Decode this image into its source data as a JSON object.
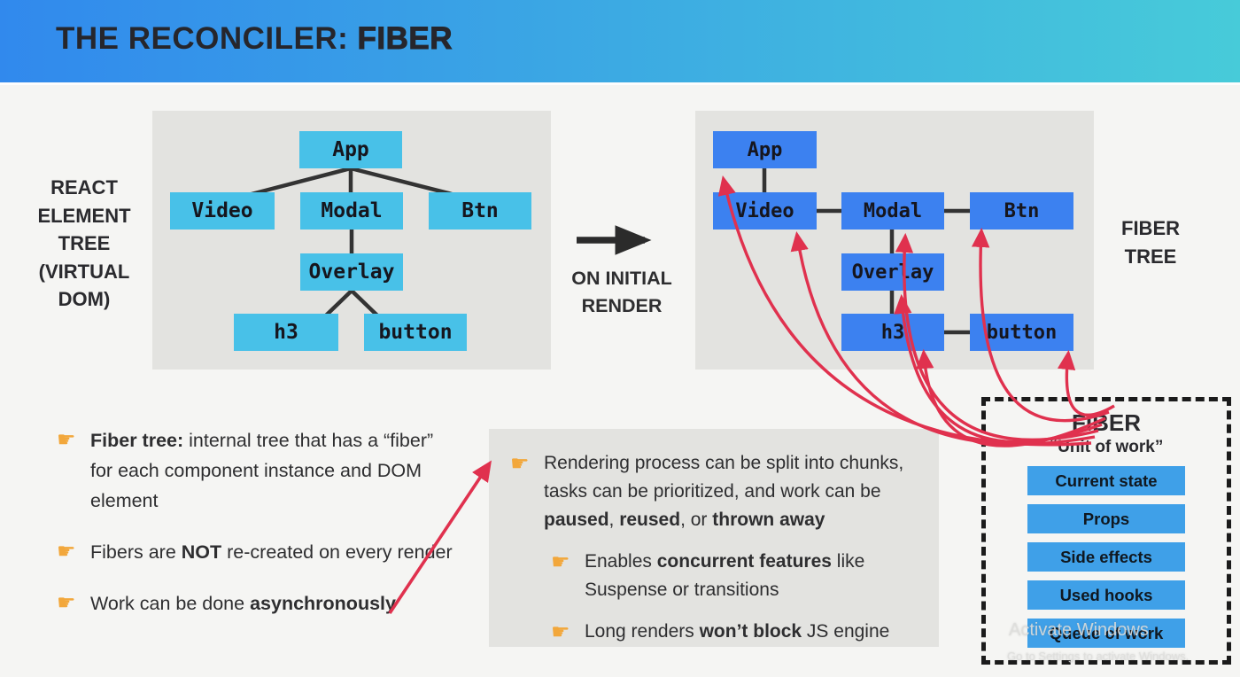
{
  "header": {
    "title_prefix": "THE RECONCILER: ",
    "title_emphasis": "FIBER"
  },
  "left_diagram": {
    "label": "REACT ELEMENT TREE (VIRTUAL DOM)",
    "nodes": [
      "App",
      "Video",
      "Modal",
      "Btn",
      "Overlay",
      "h3",
      "button"
    ]
  },
  "transition": {
    "label": "ON INITIAL RENDER"
  },
  "right_diagram": {
    "label": "FIBER TREE",
    "nodes": [
      "App",
      "Video",
      "Modal",
      "Btn",
      "Overlay",
      "h3",
      "button"
    ]
  },
  "fiber_card": {
    "title": "FIBER",
    "subtitle": "“Unit of work”",
    "fields": [
      "Current state",
      "Props",
      "Side effects",
      "Used hooks",
      "Queue of work"
    ]
  },
  "notes": {
    "bullet_icon": "☛",
    "left_items": [
      {
        "segments": [
          {
            "t": "Fiber tree:",
            "b": true
          },
          {
            "t": " internal tree that has a “fiber” for each component instance and DOM element"
          }
        ]
      },
      {
        "segments": [
          {
            "t": "Fibers are "
          },
          {
            "t": "NOT",
            "b": true
          },
          {
            "t": " re-created on every render"
          }
        ]
      },
      {
        "segments": [
          {
            "t": "Work can be done "
          },
          {
            "t": "asynchronously",
            "b": true
          }
        ]
      }
    ],
    "box_items": [
      {
        "segments": [
          {
            "t": "Rendering process can be split into chunks, tasks can be prioritized, and work can be "
          },
          {
            "t": "paused",
            "b": true
          },
          {
            "t": ", "
          },
          {
            "t": "reused",
            "b": true
          },
          {
            "t": ", or "
          },
          {
            "t": "thrown away",
            "b": true
          }
        ]
      },
      {
        "segments": [
          {
            "t": "Enables "
          },
          {
            "t": "concurrent features",
            "b": true
          },
          {
            "t": " like Suspense or transitions"
          }
        ]
      },
      {
        "segments": [
          {
            "t": "Long renders "
          },
          {
            "t": "won’t block",
            "b": true
          },
          {
            "t": " JS engine"
          }
        ]
      }
    ]
  },
  "watermark": {
    "line1": "Activate Windows",
    "line2": "Go to Settings to activate Windows."
  },
  "colors": {
    "page-bg": "#F5F5F3",
    "header-start": "#3189ED",
    "header-end": "#47CBD9",
    "panel-gray": "#E3E3E0",
    "react-node": "#48C1E8",
    "fiber-node": "#3C81F0",
    "field-blue": "#3FA0E8",
    "arrow-red": "#E0314E",
    "tree-line": "#333333",
    "bullet-orange": "#F2A73B"
  }
}
